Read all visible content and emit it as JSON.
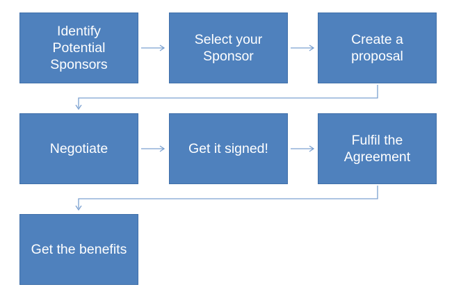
{
  "colors": {
    "box_fill": "#4f81bd",
    "box_border": "#3f6fa9",
    "box_text": "#ffffff",
    "connector": "#7aa0d0"
  },
  "steps": [
    {
      "label": "Identify\nPotential\nSponsors"
    },
    {
      "label": "Select your\nSponsor"
    },
    {
      "label": "Create a\nproposal"
    },
    {
      "label": "Negotiate"
    },
    {
      "label": "Get it signed!"
    },
    {
      "label": "Fulfil the\nAgreement"
    },
    {
      "label": "Get the benefits"
    }
  ]
}
